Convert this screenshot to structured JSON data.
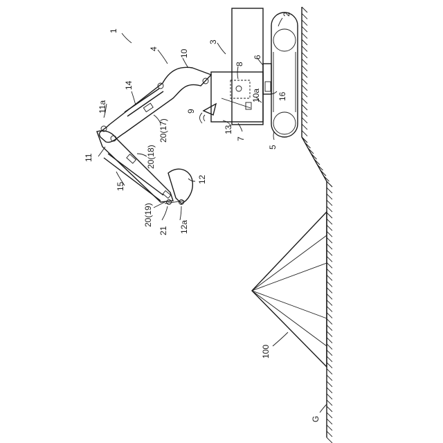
{
  "figure": {
    "background": "#ffffff",
    "ink": "#1a1a1a",
    "labels": {
      "machine": "1",
      "crawler": "2",
      "upper_body": "3",
      "front_device": "4",
      "track_frame": "5",
      "swing_unit": "6",
      "cab": "7",
      "controller": "8",
      "antenna": "9",
      "boom": "10",
      "boom_pin": "10a",
      "arm": "11",
      "arm_pin": "11a",
      "bucket": "12",
      "bucket_pin": "12a",
      "seat_unit": "13",
      "boom_cylinder": "14",
      "bucket_cylinder": "15",
      "swing_sensor": "16",
      "sensor_boom": "20(17)",
      "sensor_arm": "20(18)",
      "sensor_bucket": "20(19)",
      "link": "21",
      "pile": "100",
      "ground": "G"
    }
  }
}
